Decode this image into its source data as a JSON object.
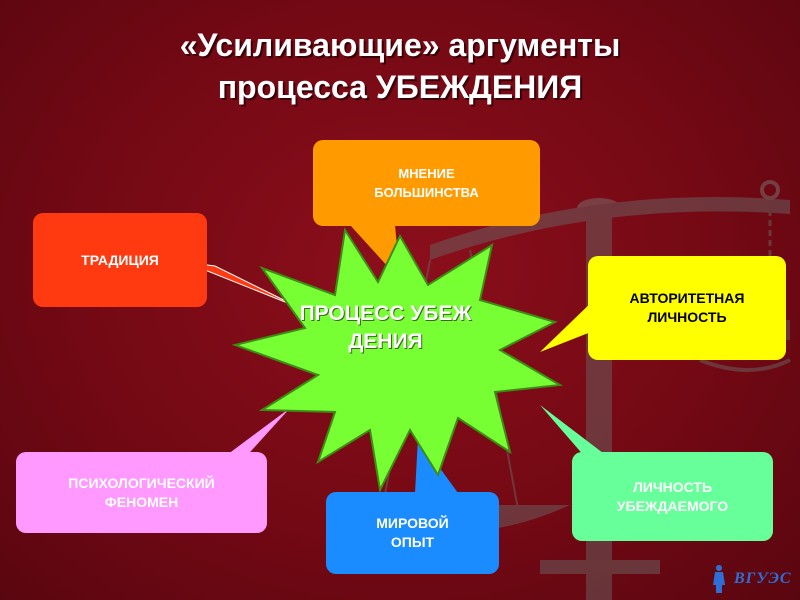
{
  "title": {
    "line1": "«Усиливающие» аргументы",
    "line2": "процесса УБЕЖДЕНИЯ"
  },
  "center": {
    "label": "ПРОЦЕСС УБЕЖДЕНИЯ"
  },
  "callouts": {
    "tradition": {
      "label": "ТРАДИЦИЯ",
      "color": "#ff3a10"
    },
    "majority": {
      "label": "МНЕНИЕ БОЛЬШИНСТВА",
      "color": "#ff9a00"
    },
    "authority": {
      "label": "АВТОРИТЕТНАЯ ЛИЧНОСТЬ",
      "color": "#ffff00"
    },
    "psychological": {
      "label": "ПСИХОЛОГИЧЕСКИЙ ФЕНОМЕН",
      "color": "#ff99ff"
    },
    "world_experience": {
      "label": "МИРОВОЙ ОПЫТ",
      "color": "#1a8cff"
    },
    "persuaded": {
      "label": "ЛИЧНОСТЬ УБЕЖДАЕМОГО",
      "color": "#66ff99"
    }
  },
  "center_color": "#77ff33",
  "logo": {
    "text": "ВГУЭС"
  }
}
